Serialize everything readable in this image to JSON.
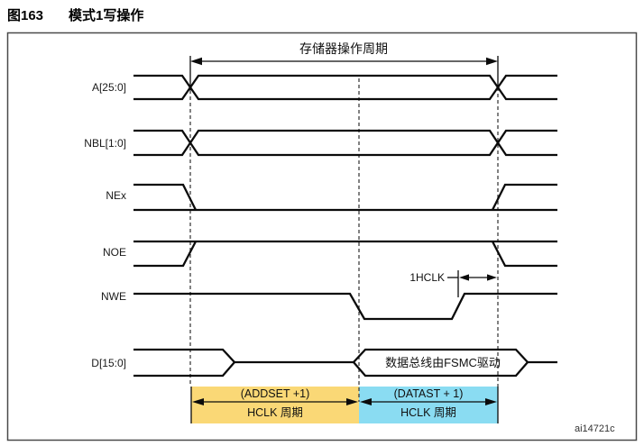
{
  "figure": {
    "number": "图163",
    "title": "模式1写操作",
    "figure_id": "ai14721c"
  },
  "diagram": {
    "cycle_label": "存储器操作周期",
    "hclk_label": "1HCLK",
    "data_bus_label": "数据总线由FSMC驱动",
    "signals": [
      {
        "label": "A[25:0]"
      },
      {
        "label": "NBL[1:0]"
      },
      {
        "label": "NEx"
      },
      {
        "label": "NOE"
      },
      {
        "label": "NWE"
      },
      {
        "label": "D[15:0]"
      }
    ],
    "phases": [
      {
        "duration": "(ADDSET +1)",
        "unit": "HCLK 周期",
        "color": "#FAD876"
      },
      {
        "duration": "(DATAST + 1)",
        "unit": "HCLK 周期",
        "color": "#8ADCF2"
      }
    ]
  }
}
